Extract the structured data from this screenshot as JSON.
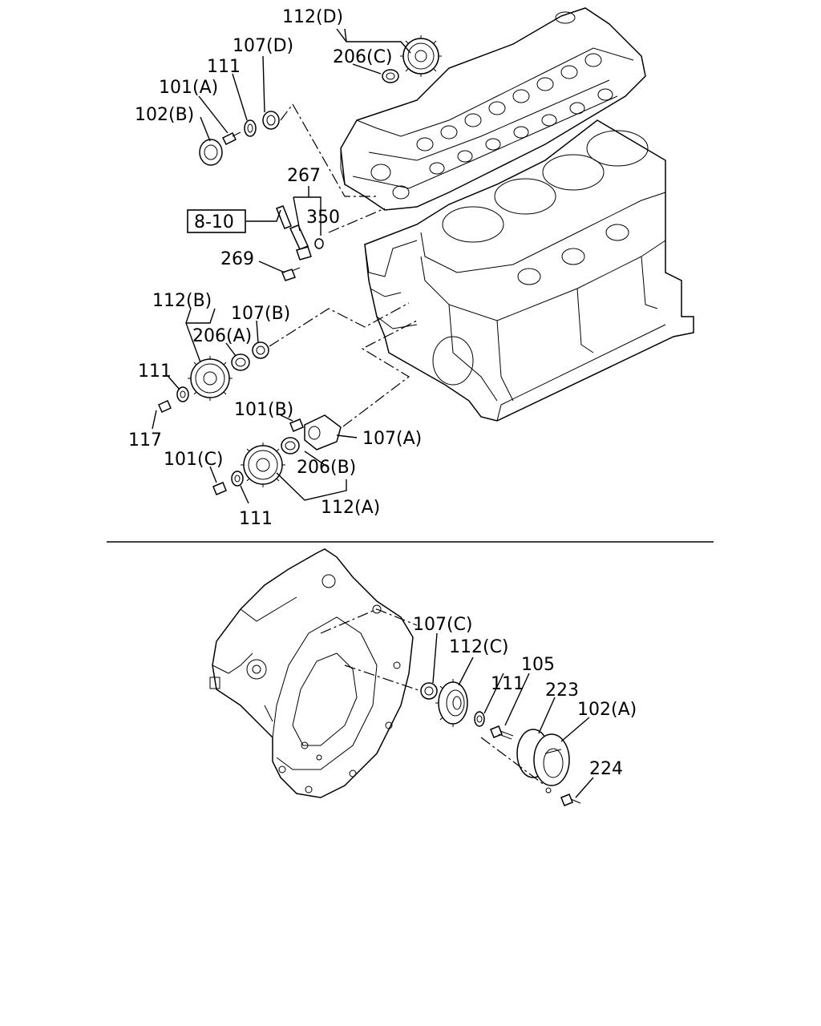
{
  "labels": {
    "top": {
      "l112d": "112(D)",
      "l206c": "206(C)",
      "l107d": "107(D)",
      "l111a": "111",
      "l101a": "101(A)",
      "l102b": "102(B)",
      "l267": "267",
      "l350": "350",
      "l810": "8-10",
      "l269": "269",
      "l112b": "112(B)",
      "l107b": "107(B)",
      "l206a": "206(A)",
      "l111b": "111",
      "l117": "117",
      "l101b": "101(B)",
      "l107a": "107(A)",
      "l206b": "206(B)",
      "l101c": "101(C)",
      "l112a": "112(A)",
      "l111c": "111"
    },
    "bottom": {
      "l107c": "107(C)",
      "l112c": "112(C)",
      "l105": "105",
      "l111": "111",
      "l223": "223",
      "l102a": "102(A)",
      "l224": "224"
    }
  }
}
